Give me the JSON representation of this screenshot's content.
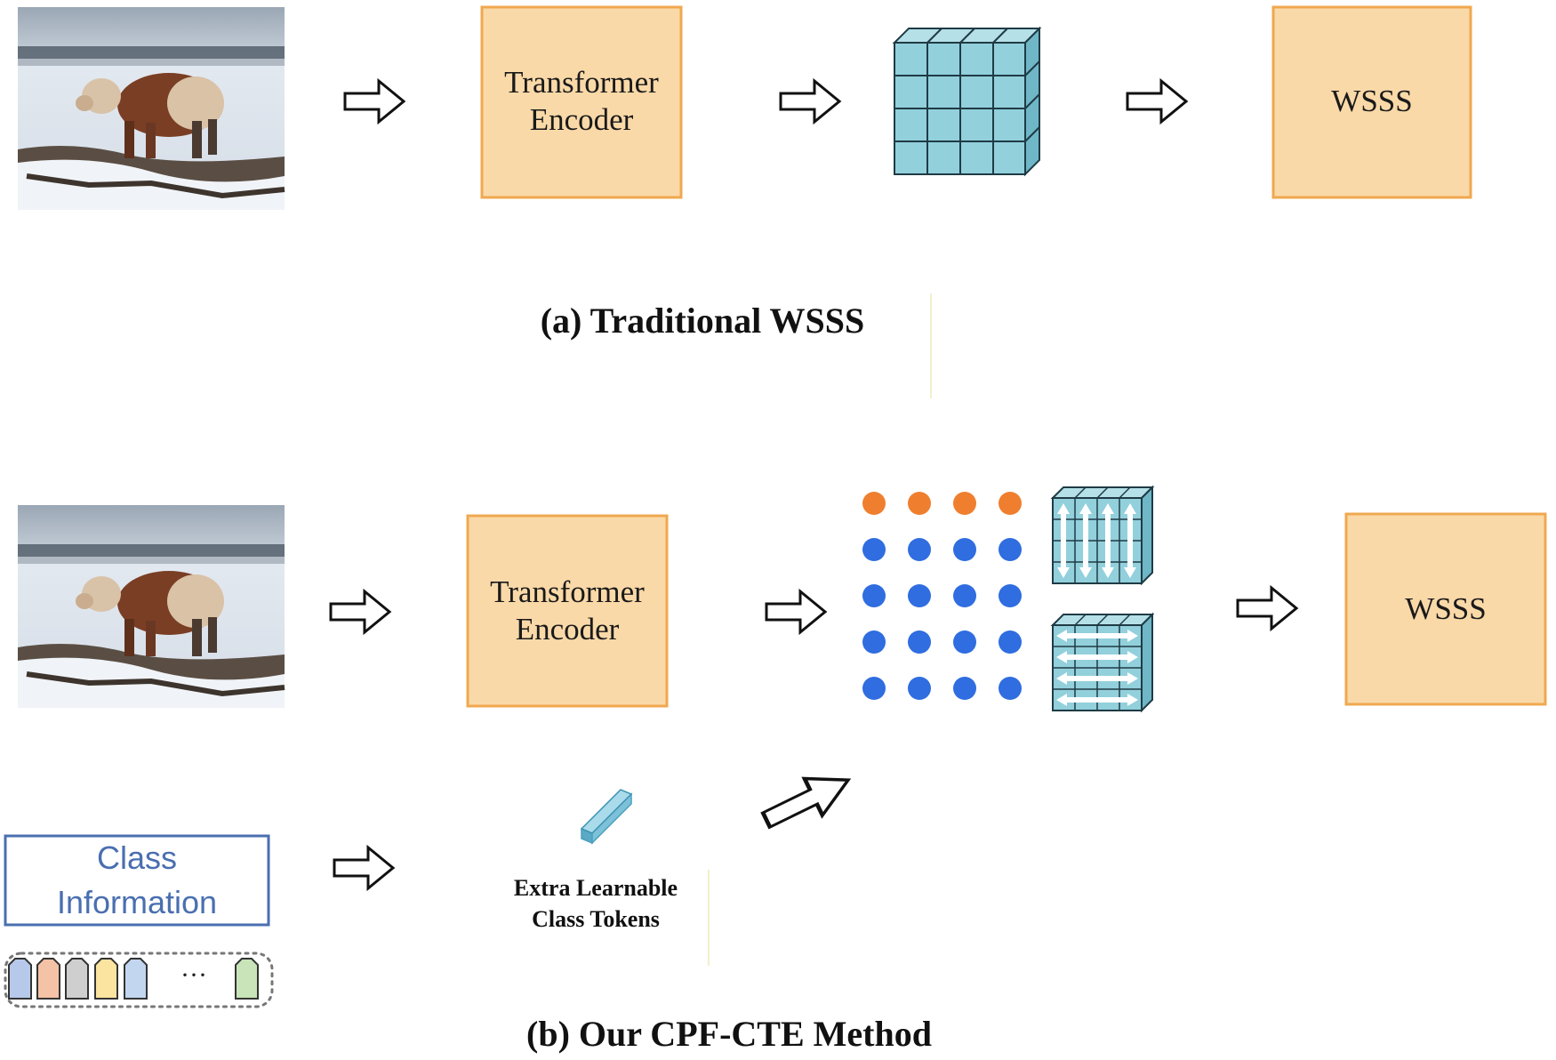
{
  "panel_a": {
    "encoder_line1": "Transformer",
    "encoder_line2": "Encoder",
    "output_label": "WSSS",
    "caption": "(a) Traditional WSSS"
  },
  "panel_b": {
    "encoder_line1": "Transformer",
    "encoder_line2": "Encoder",
    "output_label": "WSSS",
    "class_info_line1": "Class",
    "class_info_line2": "Information",
    "token_label_line1": "Extra Learnable",
    "token_label_line2": "Class Tokens",
    "ellipsis": "···",
    "caption": "(b) Our CPF-CTE Method"
  },
  "colors": {
    "box_fill": "#fad9a8",
    "box_stroke": "#f0a850",
    "cube_fill": "#92d0dc",
    "cube_stroke": "#1f3b45",
    "class_token_dot": "#ef7f2e",
    "patch_token_dot": "#2f6de0",
    "class_box_stroke": "#4a6fb0",
    "tag_colors": [
      "#b7c9ea",
      "#f4c2a6",
      "#cfcfcf",
      "#fbe3a0",
      "#c2d6ef",
      "#c8e4b8"
    ]
  }
}
